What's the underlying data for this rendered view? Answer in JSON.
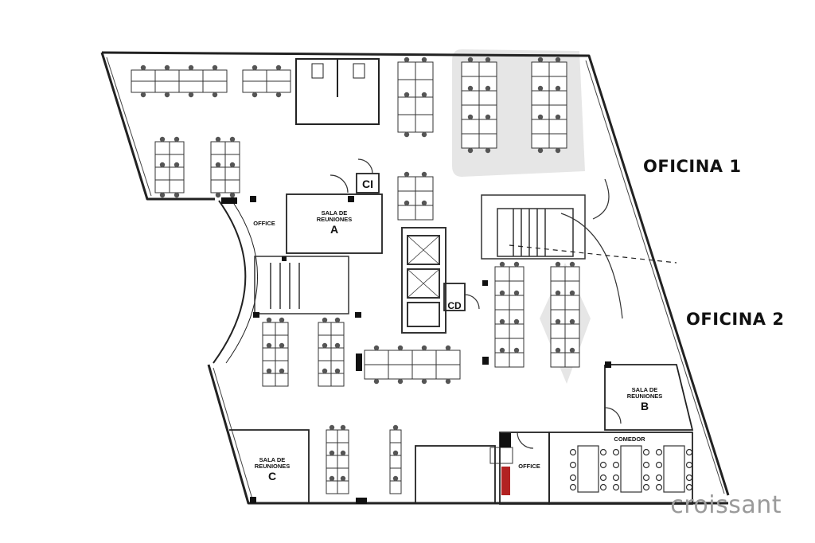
{
  "zones": {
    "oficina1": "OFICINA 1",
    "oficina2": "OFICINA 2"
  },
  "rooms": {
    "office_top": "OFFICE",
    "sala_a_line1": "SALA DE",
    "sala_a_line2": "REUNIONES",
    "sala_a_letter": "A",
    "ci": "CI",
    "cd": "CD",
    "sala_b_line1": "SALA DE",
    "sala_b_line2": "REUNIONES",
    "sala_b_letter": "B",
    "comedor": "COMEDOR",
    "sala_c_line1": "SALA DE",
    "sala_c_line2": "REUNIONES",
    "sala_c_letter": "C",
    "office_bottom": "OFFICE"
  },
  "brand": "croissant",
  "colors": {
    "wall": "#222222",
    "highlight": "#e4e4e4",
    "accent_red": "#b22222",
    "brand_grey": "#9a9a9a"
  }
}
